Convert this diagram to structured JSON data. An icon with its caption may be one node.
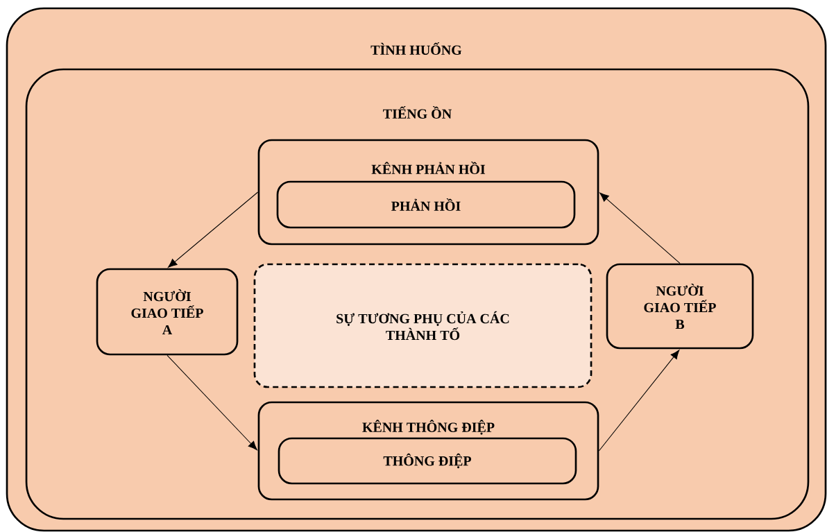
{
  "diagram": {
    "nodes": [
      {
        "text": [
          "TÌNH HUỐNG"
        ]
      },
      {
        "text": [
          "TIẾNG ỒN"
        ],
        "in": 0
      },
      {
        "text": [
          "KÊNH PHẢN HỒI"
        ],
        "in": 1
      },
      {
        "text": [
          "PHẢN HỒI"
        ],
        "in": 2
      },
      {
        "text": [
          "NGƯỜI GIAO TIẾP A"
        ],
        "in": 1
      },
      {
        "text": [
          "SỰ TƯƠNG PHỤ CỦA CÁC THÀNH TỐ"
        ],
        "in": 1
      },
      {
        "text": [
          "NGƯỜI GIAO TIẾP B"
        ],
        "in": 1
      },
      {
        "text": [
          "KÊNH THÔNG ĐIỆP"
        ],
        "in": 1
      },
      {
        "text": [
          "THÔNG ĐIỆP"
        ],
        "in": 7
      }
    ],
    "edges": [
      {
        "from": 2,
        "to": 4,
        "arrow": "to"
      },
      {
        "from": 4,
        "to": 7,
        "arrow": "to"
      },
      {
        "from": 7,
        "to": 6,
        "arrow": "to"
      },
      {
        "from": 6,
        "to": 2,
        "arrow": "to"
      }
    ]
  }
}
